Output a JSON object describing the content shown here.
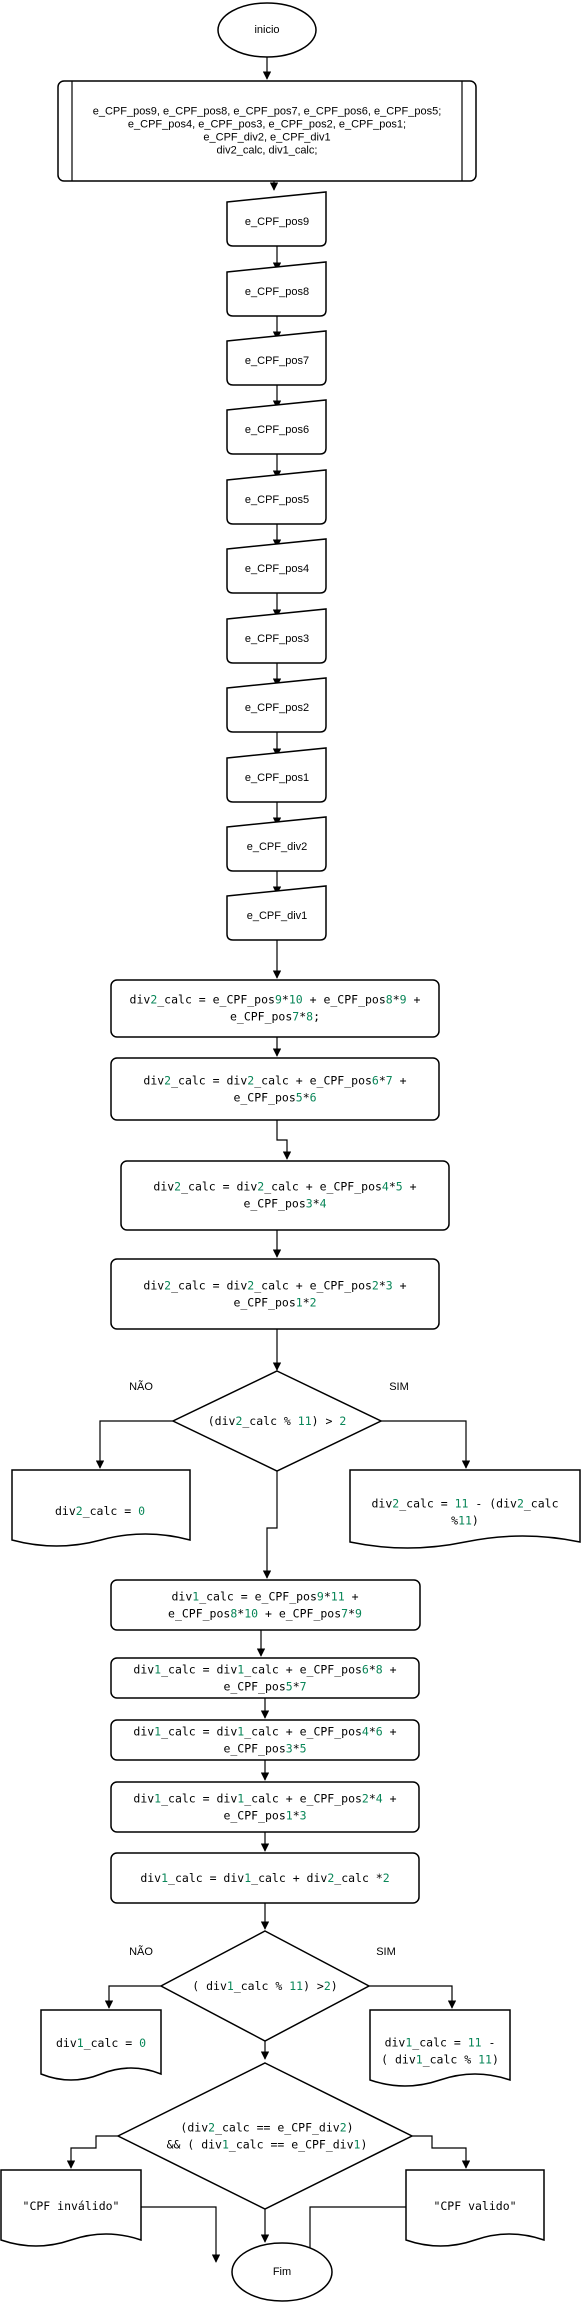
{
  "start": "inicio",
  "end": "Fim",
  "declare": [
    "e_CPF_pos9, e_CPF_pos8, e_CPF_pos7, e_CPF_pos6, e_CPF_pos5;",
    "e_CPF_pos4, e_CPF_pos3, e_CPF_pos2, e_CPF_pos1;",
    "e_CPF_div2, e_CPF_div1",
    "div2_calc, div1_calc;"
  ],
  "inputs": [
    "e_CPF_pos9",
    "e_CPF_pos8",
    "e_CPF_pos7",
    "e_CPF_pos6",
    "e_CPF_pos5",
    "e_CPF_pos4",
    "e_CPF_pos3",
    "e_CPF_pos2",
    "e_CPF_pos1",
    "e_CPF_div2",
    "e_CPF_div1"
  ],
  "div2_steps": [
    [
      "div2_calc = e_CPF_pos9*10 + e_CPF_pos8*9 +",
      "e_CPF_pos7*8;"
    ],
    [
      "div2_calc = div2_calc + e_CPF_pos6*7 +",
      "e_CPF_pos5*6"
    ],
    [
      "div2_calc = div2_calc + e_CPF_pos4*5 +",
      "e_CPF_pos3*4"
    ],
    [
      "div2_calc = div2_calc + e_CPF_pos2*3 +",
      "e_CPF_pos1*2"
    ]
  ],
  "decision1": {
    "condition": "(div2_calc % 11) > 2",
    "no_label": "NÃO",
    "yes_label": "SIM",
    "no_action": [
      "div2_calc = 0"
    ],
    "yes_action": [
      "div2_calc = 11 - (div2_calc",
      "%11)"
    ]
  },
  "div1_steps": [
    [
      "div1_calc = e_CPF_pos9*11 +",
      "e_CPF_pos8*10 + e_CPF_pos7*9"
    ],
    [
      "div1_calc = div1_calc + e_CPF_pos6*8 +",
      "e_CPF_pos5*7"
    ],
    [
      "div1_calc = div1_calc + e_CPF_pos4*6 +",
      "e_CPF_pos3*5"
    ],
    [
      "div1_calc = div1_calc + e_CPF_pos2*4 +",
      "e_CPF_pos1*3"
    ],
    [
      "div1_calc = div1_calc + div2_calc *2"
    ]
  ],
  "decision2": {
    "condition": "( div1_calc % 11) >2)",
    "no_label": "NÃO",
    "yes_label": "SIM",
    "no_action": [
      "div1_calc = 0"
    ],
    "yes_action": [
      "div1_calc = 11 -",
      "( div1_calc % 11)"
    ]
  },
  "decision3": {
    "condition": [
      "(div2_calc == e_CPF_div2)",
      "&& ( div1_calc == e_CPF_div1)"
    ],
    "no_output": "\"CPF inválido\"",
    "yes_output": "\"CPF valido\""
  }
}
